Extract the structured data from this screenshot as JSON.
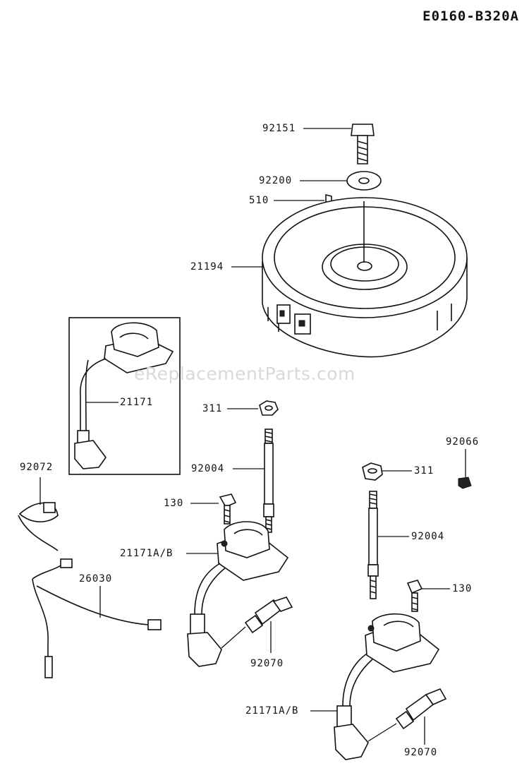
{
  "diagram_code": "E0160-B320A",
  "watermark": "eReplacementParts.com",
  "parts": {
    "bolt_92151": "92151",
    "washer_92200": "92200",
    "key_510": "510",
    "flywheel_21194": "21194",
    "coil_21171": "21171",
    "nut_311_a": "311",
    "stud_92004_a": "92004",
    "bolt_130_a": "130",
    "coil_21171ab_a": "21171A/B",
    "band_92072": "92072",
    "lead_26030": "26030",
    "plug_92070_a": "92070",
    "nut_92066": "92066",
    "nut_311_b": "311",
    "stud_92004_b": "92004",
    "bolt_130_b": "130",
    "coil_21171ab_b": "21171A/B",
    "plug_92070_b": "92070"
  }
}
